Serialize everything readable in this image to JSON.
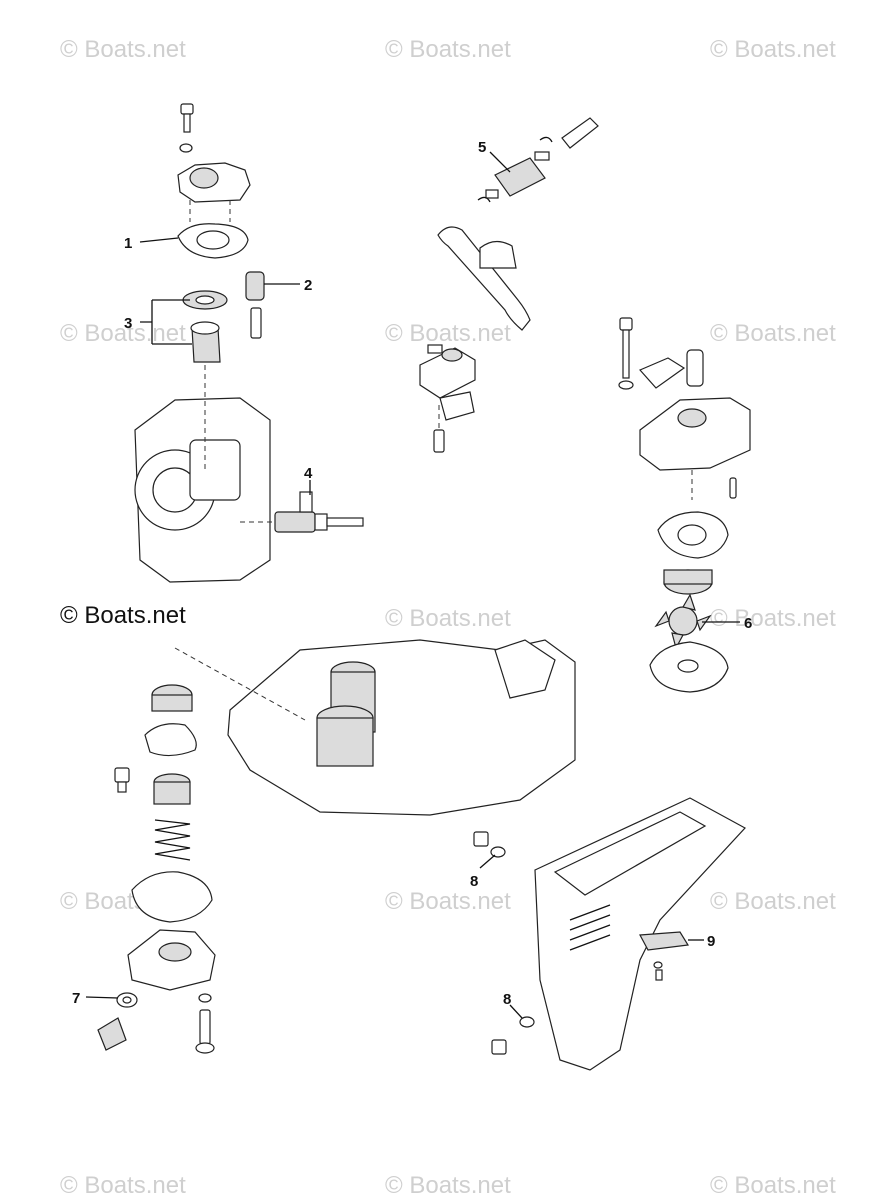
{
  "watermarks": [
    "© Boats.net",
    "© Boats.net",
    "© Boats.net",
    "© Boats.net",
    "© Boats.net",
    "© Boats.net",
    "© Boats.net",
    "© Boats.net",
    "© Boats.net",
    "© Boats.net",
    "© Boats.net",
    "© Boats.net",
    "© Boats.net",
    "© Boats.net"
  ],
  "credit": "© Boats.net",
  "callouts": [
    "1",
    "2",
    "3",
    "4",
    "5",
    "6",
    "7",
    "8",
    "8",
    "9"
  ]
}
